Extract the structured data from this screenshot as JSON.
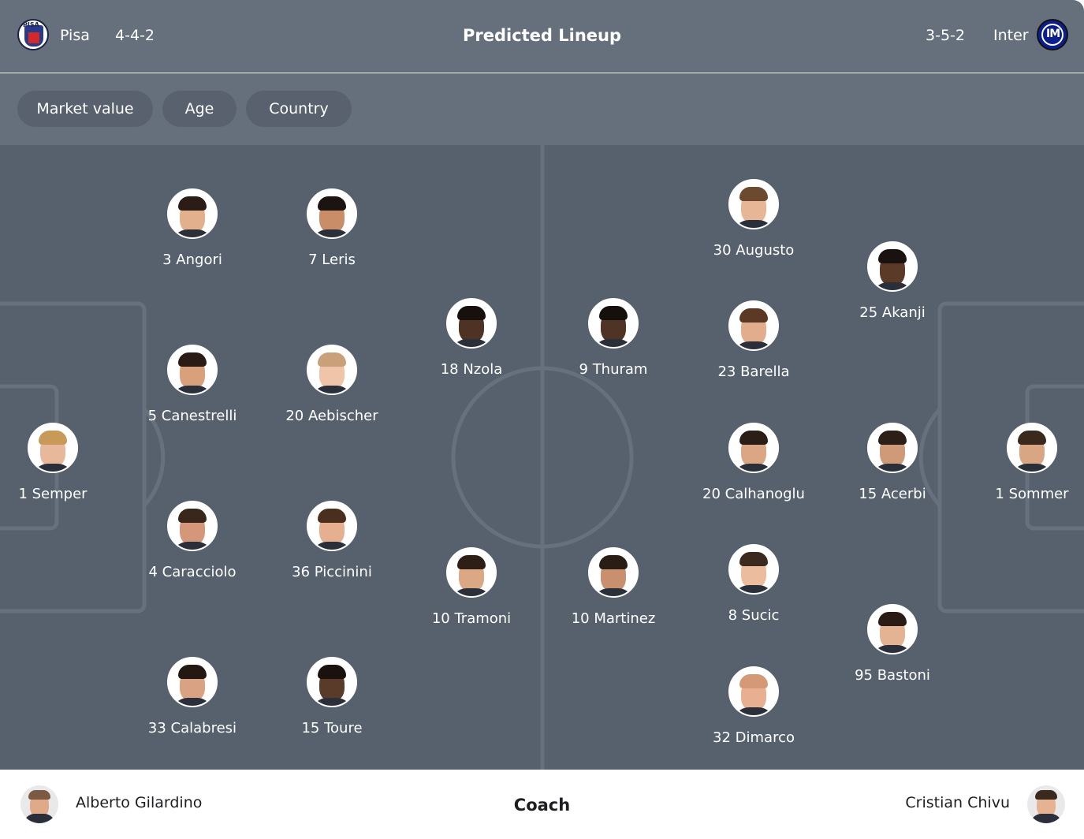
{
  "header": {
    "title": "Predicted Lineup",
    "home": {
      "name": "Pisa",
      "formation": "4-4-2",
      "logo_icon": "pisa-crest-icon",
      "logo_text": "PISA"
    },
    "away": {
      "name": "Inter",
      "formation": "3-5-2",
      "logo_icon": "inter-crest-icon",
      "logo_text": "IM"
    }
  },
  "filters": [
    "Market value",
    "Age",
    "Country"
  ],
  "colors": {
    "header_bg": "#66707c",
    "pitch_bg": "#57616d",
    "chip_bg": "#58616d",
    "line": "#67717d"
  },
  "home_players": [
    {
      "label": "1 Semper",
      "skin": "#e8b89a",
      "hair": "#c79a5a"
    },
    {
      "label": "3 Angori",
      "skin": "#e3b08e",
      "hair": "#2b1d16"
    },
    {
      "label": "5 Canestrelli",
      "skin": "#d9a07c",
      "hair": "#2a1c14"
    },
    {
      "label": "4 Caracciolo",
      "skin": "#d4977a",
      "hair": "#3a271b"
    },
    {
      "label": "33 Calabresi",
      "skin": "#d9a282",
      "hair": "#241813"
    },
    {
      "label": "7 Leris",
      "skin": "#c98e68",
      "hair": "#1b1410"
    },
    {
      "label": "20 Aebischer",
      "skin": "#f0c4a8",
      "hair": "#c9a07a"
    },
    {
      "label": "36 Piccinini",
      "skin": "#e6b090",
      "hair": "#4a2e1e"
    },
    {
      "label": "15 Toure",
      "skin": "#5a3a28",
      "hair": "#1a120e"
    },
    {
      "label": "18 Nzola",
      "skin": "#4e3224",
      "hair": "#17100c"
    },
    {
      "label": "10 Tramoni",
      "skin": "#dba886",
      "hair": "#2e1f16"
    }
  ],
  "away_players": [
    {
      "label": "1 Sommer",
      "skin": "#d9a684",
      "hair": "#3a2a1e"
    },
    {
      "label": "25 Akanji",
      "skin": "#5b3a28",
      "hair": "#1a120e"
    },
    {
      "label": "15 Acerbi",
      "skin": "#cf9a78",
      "hair": "#2c1f17"
    },
    {
      "label": "95 Bastoni",
      "skin": "#e4b394",
      "hair": "#2a1b14"
    },
    {
      "label": "30 Augusto",
      "skin": "#e7b696",
      "hair": "#6b4a30"
    },
    {
      "label": "23 Barella",
      "skin": "#e2ad8c",
      "hair": "#5a3a24"
    },
    {
      "label": "20 Calhanoglu",
      "skin": "#dba684",
      "hair": "#2b1e16"
    },
    {
      "label": "8 Sucic",
      "skin": "#ebbd9e",
      "hair": "#3d2a1e"
    },
    {
      "label": "32 Dimarco",
      "skin": "#e8b090",
      "hair": "#d49a78"
    },
    {
      "label": "9 Thuram",
      "skin": "#4f3324",
      "hair": "#16100c"
    },
    {
      "label": "10 Martinez",
      "skin": "#c99070",
      "hair": "#2a1d15"
    }
  ],
  "coaches": {
    "label": "Coach",
    "home": {
      "name": "Alberto Gilardino",
      "skin": "#e0aa88",
      "hair": "#7a5a42"
    },
    "away": {
      "name": "Cristian Chivu",
      "skin": "#e6b392",
      "hair": "#3a2a1e"
    }
  }
}
